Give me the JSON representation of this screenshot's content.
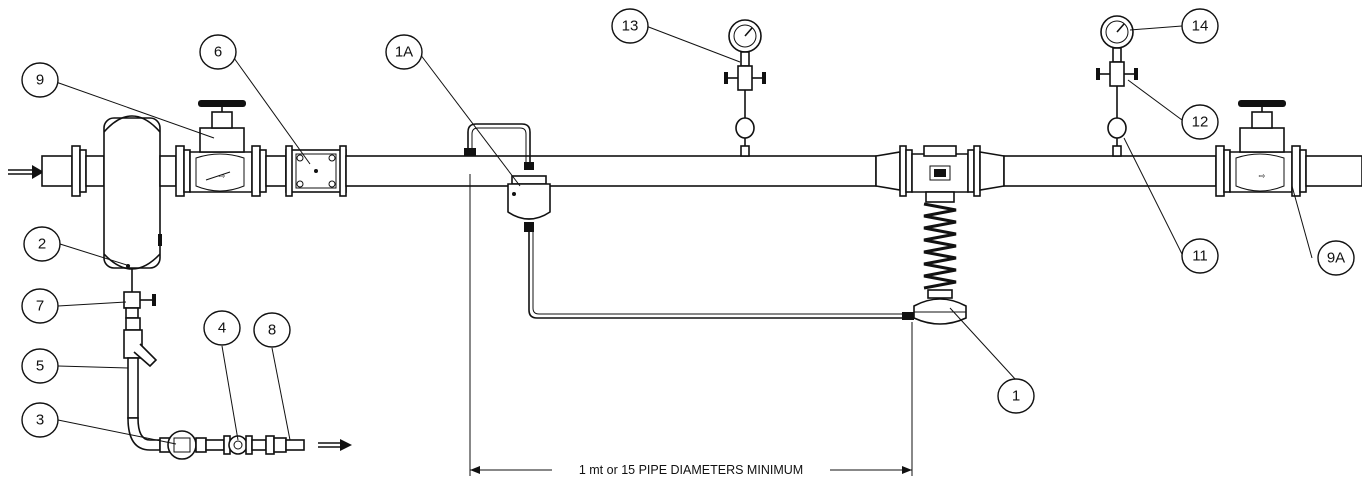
{
  "callouts": {
    "c9": "9",
    "c6": "6",
    "c1A": "1A",
    "c13": "13",
    "c14": "14",
    "c12": "12",
    "c11": "11",
    "c9A": "9A",
    "c2": "2",
    "c7": "7",
    "c5": "5",
    "c4": "4",
    "c8": "8",
    "c3": "3",
    "c1": "1"
  },
  "dimension_text": "1 mt or 15 PIPE DIAMETERS MINIMUM",
  "colors": {
    "line": "#111111",
    "background": "#ffffff"
  }
}
